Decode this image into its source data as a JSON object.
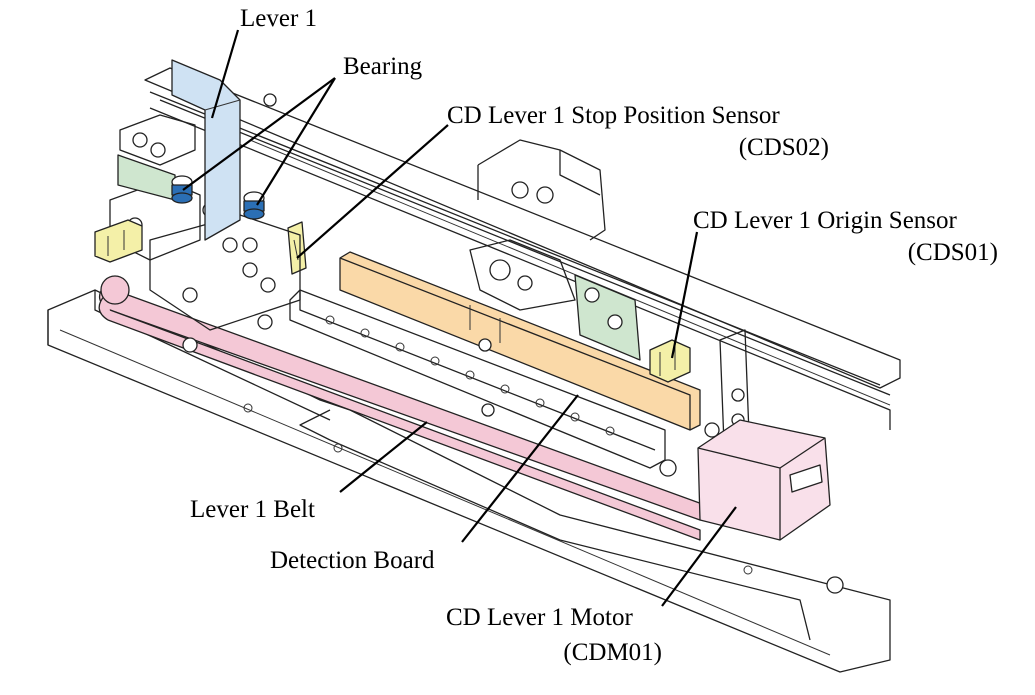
{
  "labels": {
    "lever1": "Lever 1",
    "bearing": "Bearing",
    "stop_sensor_name": "CD Lever 1 Stop Position Sensor",
    "stop_sensor_code": "(CDS02)",
    "origin_sensor_name": "CD Lever 1 Origin Sensor",
    "origin_sensor_code": "(CDS01)",
    "belt": "Lever 1 Belt",
    "detection_board": "Detection Board",
    "motor_name": "CD Lever 1 Motor",
    "motor_code": "(CDM01)"
  },
  "colors": {
    "lever": "#cfe2f3",
    "bearing": "#2b6fb5",
    "sensor": "#f4f0a8",
    "green_bracket": "#cfe6cf",
    "belt": "#f4c8d6",
    "detection_board": "#fad9a8",
    "motor": "#f9e0ea",
    "line": "#222222"
  }
}
